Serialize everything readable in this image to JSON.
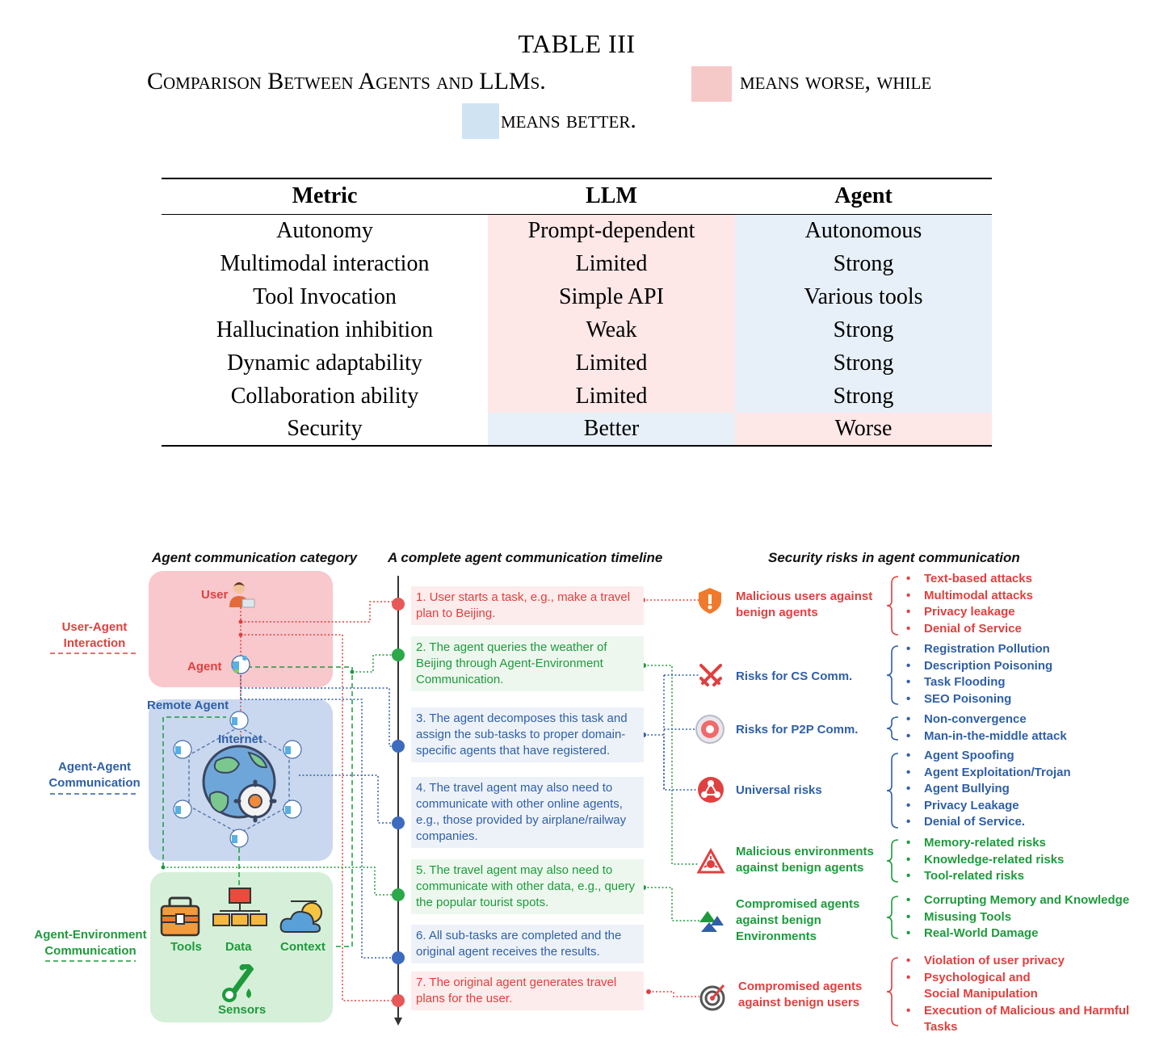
{
  "table": {
    "title": "TABLE III",
    "caption_line1": "Comparison Between Agents and LLMs.",
    "caption_line2": "means worse, while",
    "caption_line3": "means better.",
    "legend_worse_color": "#f6c9c9",
    "legend_better_color": "#cfe3f3",
    "headers": [
      "Metric",
      "LLM",
      "Agent"
    ],
    "rows": [
      {
        "metric": "Autonomy",
        "llm": "Prompt-dependent",
        "agent": "Autonomous",
        "llm_status": "worse",
        "agent_status": "better"
      },
      {
        "metric": "Multimodal interaction",
        "llm": "Limited",
        "agent": "Strong",
        "llm_status": "worse",
        "agent_status": "better"
      },
      {
        "metric": "Tool Invocation",
        "llm": "Simple API",
        "agent": "Various tools",
        "llm_status": "worse",
        "agent_status": "better"
      },
      {
        "metric": "Hallucination inhibition",
        "llm": "Weak",
        "agent": "Strong",
        "llm_status": "worse",
        "agent_status": "better"
      },
      {
        "metric": "Dynamic adaptability",
        "llm": "Limited",
        "agent": "Strong",
        "llm_status": "worse",
        "agent_status": "better"
      },
      {
        "metric": "Collaboration ability",
        "llm": "Limited",
        "agent": "Strong",
        "llm_status": "worse",
        "agent_status": "better"
      },
      {
        "metric": "Security",
        "llm": "Better",
        "agent": "Worse",
        "llm_status": "better",
        "agent_status": "worse"
      }
    ]
  },
  "diagram": {
    "headings": {
      "category": "Agent communication category",
      "timeline": "A complete  agent communication timeline",
      "risks": "Security risks in agent communication"
    },
    "categories": {
      "user_agent": "User-Agent Interaction",
      "agent_agent": "Agent-Agent Communication",
      "agent_env": "Agent-Environment Communication"
    },
    "panel_labels": {
      "user": "User",
      "agent": "Agent",
      "remote_agent": "Remote Agent",
      "internet": "Internet",
      "tools": "Tools",
      "data": "Data",
      "context": "Context",
      "sensors": "Sensors"
    },
    "events": [
      "1. User starts a task, e.g., make a travel plan to Beijing.",
      "2. The agent queries the weather of Beijing through Agent-Environment Communication.",
      "3. The agent decomposes this task and assign the sub-tasks to proper domain-specific agents that have registered.",
      "4. The travel agent may also need to communicate with other online agents, e.g., those provided by airplane/railway companies.",
      "5. The travel agent may also need to communicate with other data, e.g., query the popular tourist spots.",
      "6. All sub-tasks are completed and the original agent receives the results.",
      "7. The original agent generates travel plans  for the user."
    ],
    "risks": [
      {
        "name": "Malicious users against benign agents",
        "icon": "shield-warning-icon",
        "items": [
          "Text-based attacks",
          "Multimodal attacks",
          "Privacy leakage",
          "Denial of Service"
        ]
      },
      {
        "name": "Risks for CS Comm.",
        "icon": "crossed-swords-icon",
        "items": [
          "Registration Pollution",
          "Description Poisoning",
          "Task Flooding",
          "SEO Poisoning"
        ]
      },
      {
        "name": "Risks for P2P Comm.",
        "icon": "target-button-icon",
        "items": [
          "Non-convergence",
          "Man-in-the-middle attack"
        ]
      },
      {
        "name": "Universal risks",
        "icon": "network-hazard-icon",
        "items": [
          "Agent Spoofing",
          "Agent Exploitation/Trojan",
          "Agent Bullying",
          "Privacy Leakage",
          "Denial of Service."
        ]
      },
      {
        "name": "Malicious environments against benign agents",
        "icon": "virus-hazard-icon",
        "items": [
          "Memory-related risks",
          "Knowledge-related risks",
          "Tool-related risks"
        ]
      },
      {
        "name": "Compromised agents against benign Environments",
        "icon": "mountain-triangles-icon",
        "items": [
          "Corrupting Memory and Knowledge",
          "Misusing Tools",
          "Real-World Damage"
        ]
      },
      {
        "name": "Compromised agents against benign users",
        "icon": "bullseye-dart-icon",
        "items": [
          "Violation of user privacy",
          "Psychological and Social Manipulation",
          "Execution of Malicious and Harmful Tasks"
        ]
      }
    ],
    "colors": {
      "red": "#e0403f",
      "blue": "#2f5fa7",
      "green": "#1e9a3c",
      "user_panel": "#f8c8cc",
      "agent_panel": "#c9d8ef",
      "env_panel": "#d6efd8"
    }
  }
}
